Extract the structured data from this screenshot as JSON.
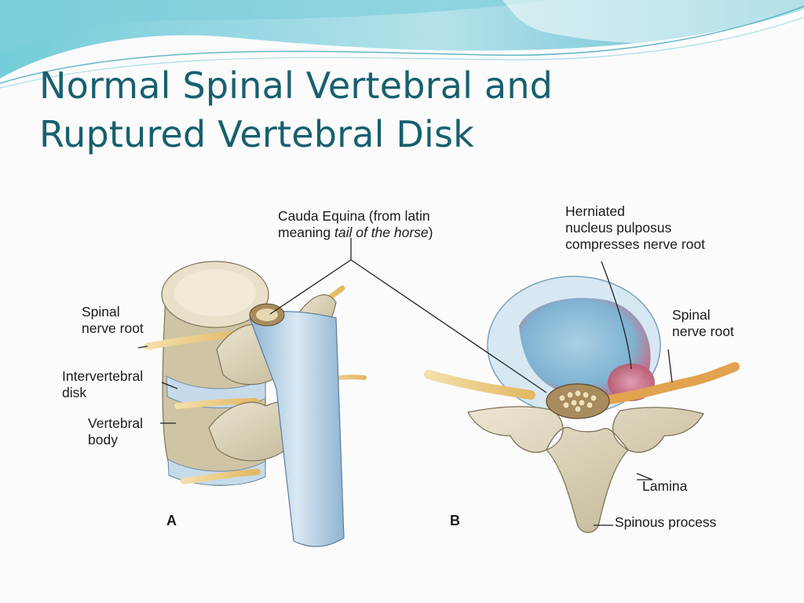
{
  "slide": {
    "title_line1": "Normal Spinal Vertebral and",
    "title_line2": "Ruptured Vertebral Disk",
    "colors": {
      "title": "#17606e",
      "wave_dark": "#3fb4c8",
      "wave_light": "#9fd9e4",
      "bone": "#d9d0b4",
      "nerve": "#e8cf7a",
      "disk": "#b9d6e6",
      "herniation": "#c0566a"
    }
  },
  "figure": {
    "labels": {
      "cauda_line1": "Cauda Equina (from latin",
      "cauda_line2_prefix": "meaning ",
      "cauda_line2_italic": "tail of the horse",
      "cauda_line2_suffix": ")",
      "spinal_nerve_root_left_1": "Spinal",
      "spinal_nerve_root_left_2": "nerve root",
      "intervertebral_1": "Intervertebral",
      "intervertebral_2": "disk",
      "vertebral_body_1": "Vertebral",
      "vertebral_body_2": "body",
      "herniated_1": "Herniated",
      "herniated_2": "nucleus pulposus",
      "herniated_3": "compresses nerve root",
      "spinal_nerve_root_right_1": "Spinal",
      "spinal_nerve_root_right_2": "nerve root",
      "lamina": "Lamina",
      "spinous_process": "Spinous process",
      "panel_a": "A",
      "panel_b": "B"
    }
  }
}
